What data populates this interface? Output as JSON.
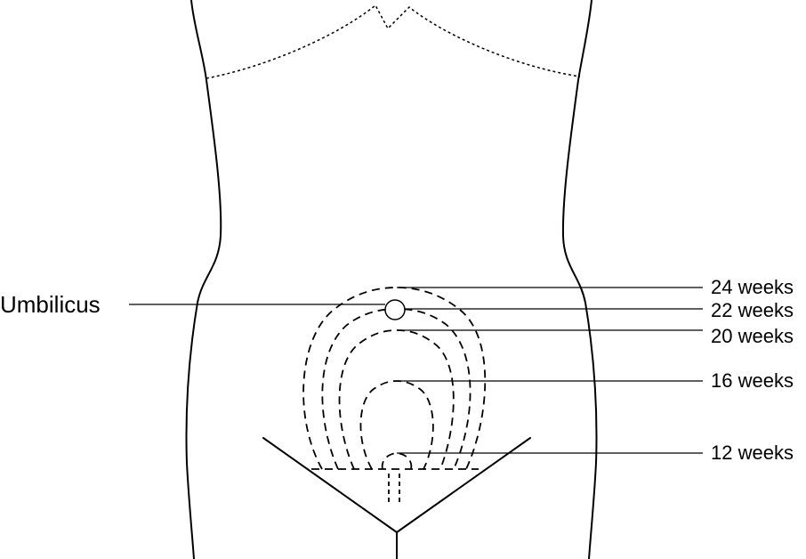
{
  "labels": {
    "umbilicus": "Umbilicus",
    "weeks_24": "24 weeks",
    "weeks_22": "22 weeks",
    "weeks_20": "20 weeks",
    "weeks_16": "16 weeks",
    "weeks_12": "12 weeks"
  },
  "colors": {
    "line": "#000000",
    "background": "#ffffff"
  }
}
